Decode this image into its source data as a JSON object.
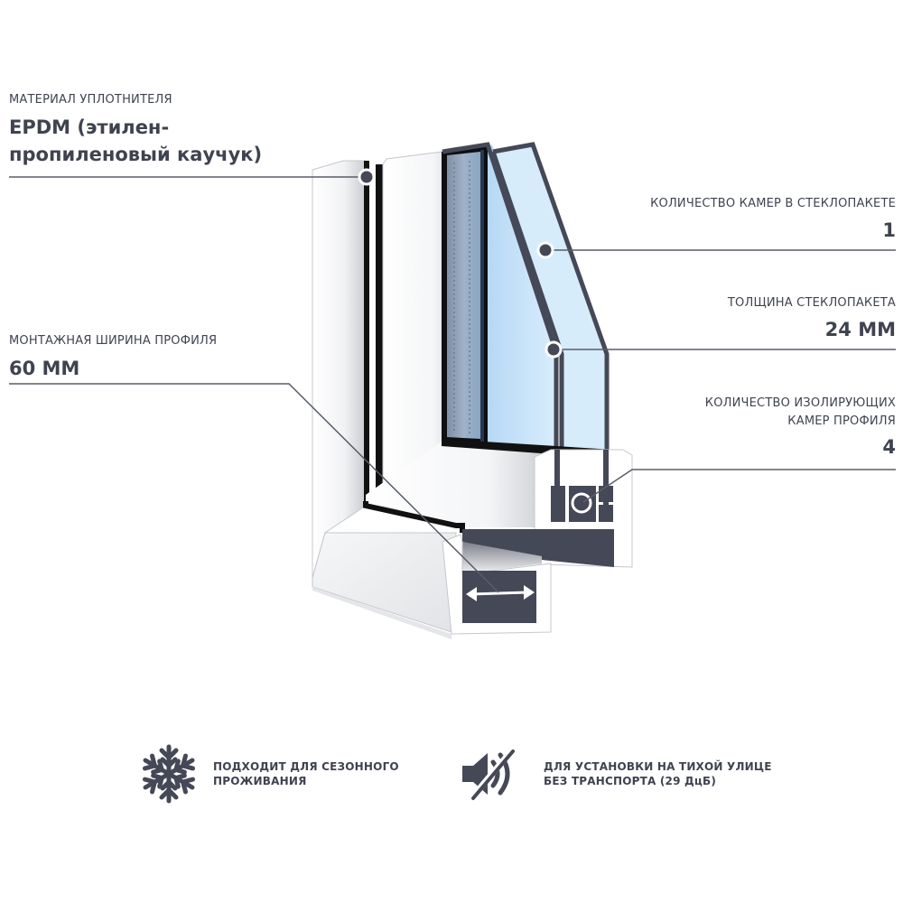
{
  "callouts": {
    "seal_material": {
      "label": "МАТЕРИАЛ УПЛОТНИТЕЛЯ",
      "value_line1": "EPDM (этилен-",
      "value_line2": "пропиленовый каучук)"
    },
    "mounting_width": {
      "label": "МОНТАЖНАЯ ШИРИНА ПРОФИЛЯ",
      "value": "60 ММ"
    },
    "glass_chambers": {
      "label": "КОЛИЧЕСТВО КАМЕР В СТЕКЛОПАКЕТЕ",
      "value": "1"
    },
    "glass_thickness": {
      "label": "ТОЛЩИНА СТЕКЛОПАКЕТА",
      "value": "24 ММ"
    },
    "profile_chambers": {
      "label_line1": "КОЛИЧЕСТВО ИЗОЛИРУЮЩИХ",
      "label_line2": "КАМЕР ПРОФИЛЯ",
      "value": "4"
    }
  },
  "features": [
    {
      "icon": "snowflake-icon",
      "line1": "ПОДХОДИТ ДЛЯ СЕЗОННОГО",
      "line2": "ПРОЖИВАНИЯ"
    },
    {
      "icon": "muted-speaker-icon",
      "line1": "ДЛЯ УСТАНОВКИ НА ТИХОЙ УЛИЦЕ",
      "line2": "БЕЗ ТРАНСПОРТА (29 ДцБ)"
    }
  ],
  "colors": {
    "text": "#3f4350",
    "dark_fill": "#454856",
    "glass_light": "#d6ecfb",
    "glass_blue": "#b9dcf6",
    "leader_line": "#5a5d68"
  }
}
